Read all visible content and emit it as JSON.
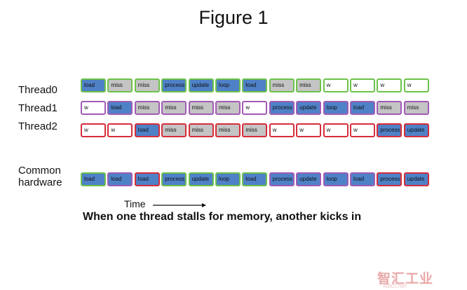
{
  "title": "Figure 1",
  "colors": {
    "load_fill": "#4f81c7",
    "miss_fill": "#c4c4c4",
    "wait_fill": "#ffffff",
    "thread0_border": "#6cc24a",
    "thread1_border": "#a25bb5",
    "thread2_border": "#d62d3a"
  },
  "rows": [
    {
      "label": "Thread0",
      "cells": [
        {
          "text": "load",
          "kind": "load",
          "owner": 0
        },
        {
          "text": "miss",
          "kind": "miss",
          "owner": 0
        },
        {
          "text": "miss",
          "kind": "miss",
          "owner": 0
        },
        {
          "text": "process",
          "kind": "load",
          "owner": 0
        },
        {
          "text": "update",
          "kind": "load",
          "owner": 0
        },
        {
          "text": "loop",
          "kind": "load",
          "owner": 0
        },
        {
          "text": "load",
          "kind": "load",
          "owner": 0
        },
        {
          "text": "miss",
          "kind": "miss",
          "owner": 0
        },
        {
          "text": "miss",
          "kind": "miss",
          "owner": 0
        },
        {
          "text": "w",
          "kind": "wait",
          "owner": 0
        },
        {
          "text": "w",
          "kind": "wait",
          "owner": 0
        },
        {
          "text": "w",
          "kind": "wait",
          "owner": 0
        },
        {
          "text": "w",
          "kind": "wait",
          "owner": 0
        }
      ]
    },
    {
      "label": "Thread1",
      "cells": [
        {
          "text": "w",
          "kind": "wait",
          "owner": 1
        },
        {
          "text": "load",
          "kind": "load",
          "owner": 1
        },
        {
          "text": "miss",
          "kind": "miss",
          "owner": 1
        },
        {
          "text": "miss",
          "kind": "miss",
          "owner": 1
        },
        {
          "text": "miss",
          "kind": "miss",
          "owner": 1
        },
        {
          "text": "miss",
          "kind": "miss",
          "owner": 1
        },
        {
          "text": "w",
          "kind": "wait",
          "owner": 1
        },
        {
          "text": "process",
          "kind": "load",
          "owner": 1
        },
        {
          "text": "update",
          "kind": "load",
          "owner": 1
        },
        {
          "text": "loop",
          "kind": "load",
          "owner": 1
        },
        {
          "text": "load",
          "kind": "load",
          "owner": 1
        },
        {
          "text": "miss",
          "kind": "miss",
          "owner": 1
        },
        {
          "text": "miss",
          "kind": "miss",
          "owner": 1
        }
      ]
    },
    {
      "label": "Thread2",
      "cells": [
        {
          "text": "w",
          "kind": "wait",
          "owner": 2
        },
        {
          "text": "w",
          "kind": "wait",
          "owner": 2
        },
        {
          "text": "load",
          "kind": "load",
          "owner": 2
        },
        {
          "text": "miss",
          "kind": "miss",
          "owner": 2
        },
        {
          "text": "miss",
          "kind": "miss",
          "owner": 2
        },
        {
          "text": "miss",
          "kind": "miss",
          "owner": 2
        },
        {
          "text": "miss",
          "kind": "miss",
          "owner": 2
        },
        {
          "text": "w",
          "kind": "wait",
          "owner": 2
        },
        {
          "text": "w",
          "kind": "wait",
          "owner": 2
        },
        {
          "text": "w",
          "kind": "wait",
          "owner": 2
        },
        {
          "text": "w",
          "kind": "wait",
          "owner": 2
        },
        {
          "text": "process",
          "kind": "load",
          "owner": 2
        },
        {
          "text": "update",
          "kind": "load",
          "owner": 2
        }
      ]
    },
    {
      "label_line1": "Common",
      "label_line2": "hardware",
      "cells": [
        {
          "text": "load",
          "kind": "load",
          "owner": 0
        },
        {
          "text": "load",
          "kind": "load",
          "owner": 1
        },
        {
          "text": "load",
          "kind": "load",
          "owner": 2
        },
        {
          "text": "process",
          "kind": "load",
          "owner": 0
        },
        {
          "text": "update",
          "kind": "load",
          "owner": 0
        },
        {
          "text": "loop",
          "kind": "load",
          "owner": 0
        },
        {
          "text": "load",
          "kind": "load",
          "owner": 0
        },
        {
          "text": "process",
          "kind": "load",
          "owner": 1
        },
        {
          "text": "update",
          "kind": "load",
          "owner": 1
        },
        {
          "text": "loop",
          "kind": "load",
          "owner": 1
        },
        {
          "text": "load",
          "kind": "load",
          "owner": 1
        },
        {
          "text": "process",
          "kind": "load",
          "owner": 2
        },
        {
          "text": "update",
          "kind": "load",
          "owner": 2
        }
      ]
    }
  ],
  "time_label": "Time",
  "caption": "When one thread stalls for memory, another kicks in",
  "watermark": "智汇工业",
  "watermark_sub": "itdict.net"
}
